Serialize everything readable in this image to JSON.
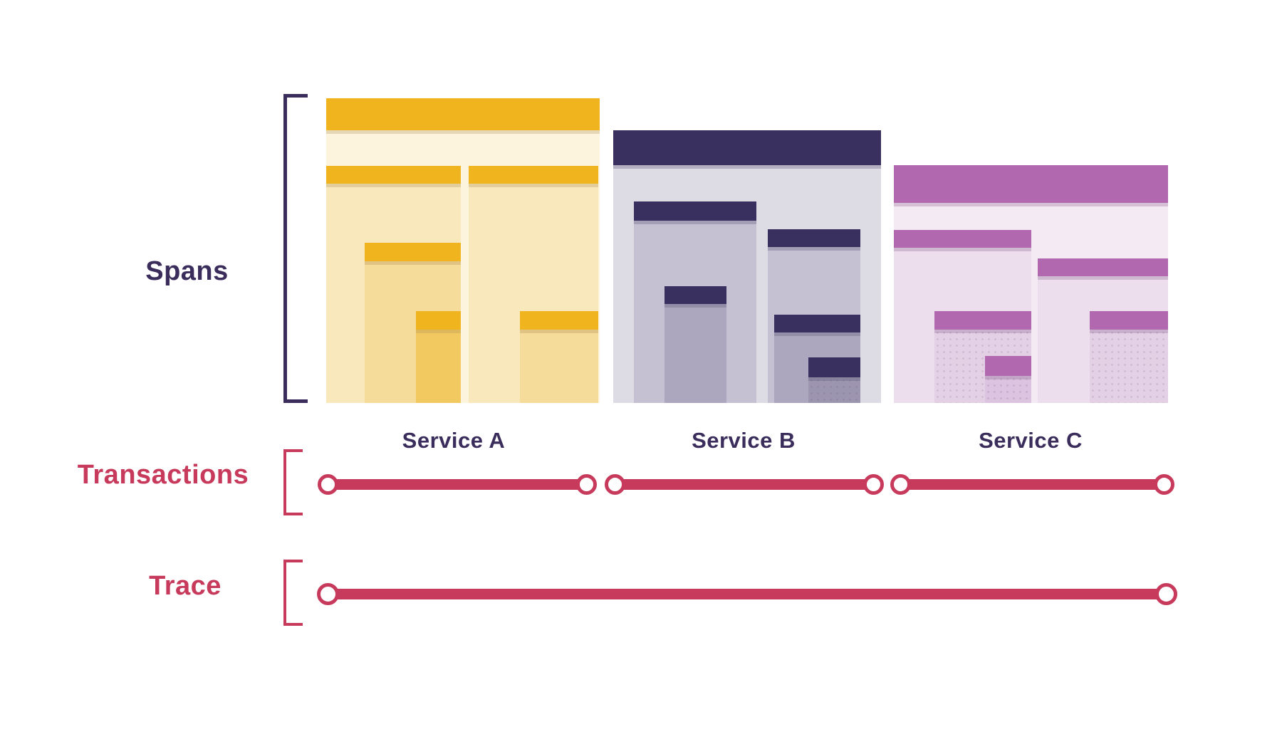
{
  "labels": {
    "spans": "Spans",
    "transactions": "Transactions",
    "trace": "Trace"
  },
  "services": [
    {
      "name": "Service A",
      "color": "#F0B51E"
    },
    {
      "name": "Service B",
      "color": "#393060"
    },
    {
      "name": "Service C",
      "color": "#B168AE"
    }
  ],
  "colors": {
    "accent_red": "#C73A5C",
    "navy_text": "#3A2D5B",
    "gold": "#F0B51E",
    "gold_l1": "#FCF4DD",
    "gold_l2": "#F9E8BB",
    "gold_l3": "#F6DC9B",
    "gold_l4": "#F1C960",
    "navy": "#393060",
    "navy_l1": "#DDDBE4",
    "navy_l2": "#C5C1D2",
    "navy_l3": "#ACA7BE",
    "navy_l4": "#9B95AF",
    "purple": "#B168AE",
    "purple_l1": "#F4EAF4",
    "purple_l2": "#ECDEED",
    "purple_l3": "#E3D0E5",
    "purple_l4": "#DCC3DF"
  }
}
